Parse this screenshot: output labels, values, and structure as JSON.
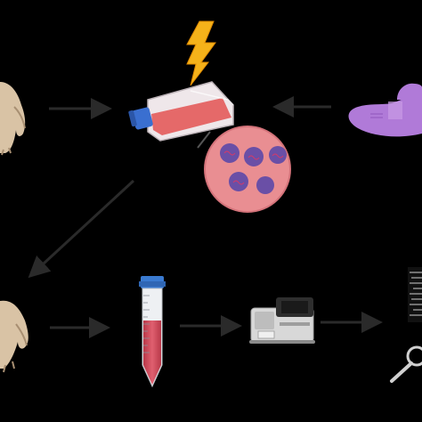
{
  "diagram": {
    "background": "#000000",
    "arrow_color": "#2a2a2a",
    "nodes": [
      {
        "id": "animal-top",
        "icon": "monkey-icon",
        "color": "#d9c3a5"
      },
      {
        "id": "culture-flask",
        "icon": "culture-flask-icon",
        "color": "#e35b5b"
      },
      {
        "id": "stimulus",
        "icon": "lightning-bolt-icon",
        "color": "#f5b21a"
      },
      {
        "id": "cells-zoom",
        "icon": "cells-magnified-icon",
        "color": "#e98e92"
      },
      {
        "id": "protein",
        "icon": "protein-blob-icon",
        "color": "#b07ad8"
      },
      {
        "id": "animal-bottom",
        "icon": "monkey-icon",
        "color": "#d9c3a5"
      },
      {
        "id": "centrifuge-tube",
        "icon": "centrifuge-tube-icon",
        "color": "#d95060"
      },
      {
        "id": "analyzer",
        "icon": "plate-reader-icon",
        "color": "#d8d8d8"
      },
      {
        "id": "result",
        "icon": "magnifier-readout-icon",
        "color": "#cfcfcf"
      }
    ],
    "arrows": [
      {
        "from": "animal-top",
        "to": "culture-flask"
      },
      {
        "from": "protein",
        "to": "culture-flask"
      },
      {
        "from": "culture-flask",
        "to": "animal-bottom"
      },
      {
        "from": "animal-bottom",
        "to": "centrifuge-tube"
      },
      {
        "from": "centrifuge-tube",
        "to": "analyzer"
      },
      {
        "from": "analyzer",
        "to": "result"
      }
    ]
  }
}
